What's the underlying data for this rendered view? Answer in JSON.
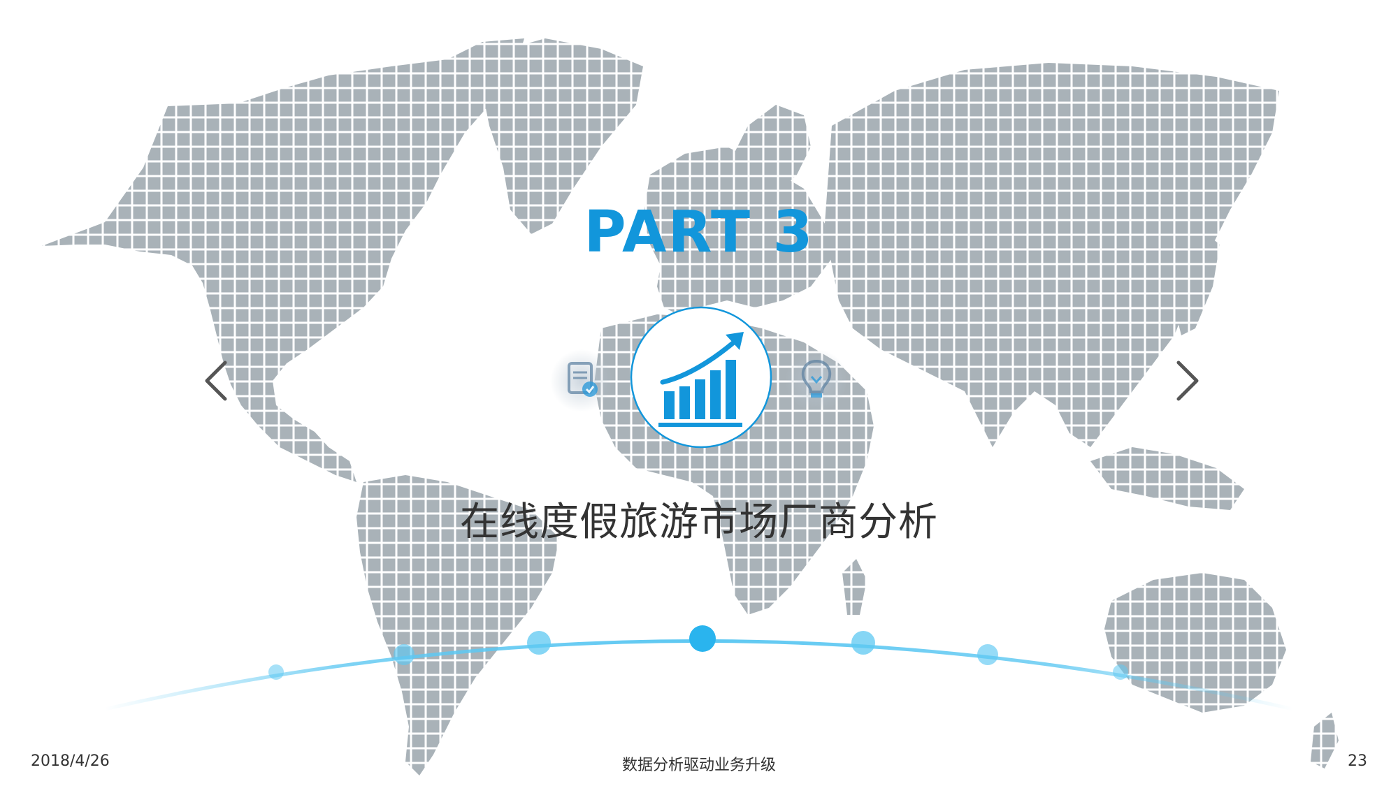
{
  "slide": {
    "part_label": "PART 3",
    "subtitle": "在线度假旅游市场厂商分析"
  },
  "footer": {
    "date": "2018/4/26",
    "center": "数据分析驱动业务升级",
    "page_number": "23"
  },
  "icons": {
    "left": "document-check-icon",
    "center": "growth-chart-icon",
    "right": "lightbulb-icon",
    "prev": "chevron-left-icon",
    "next": "chevron-right-icon"
  },
  "colors": {
    "accent": "#1296db",
    "map": "#a9b2b8",
    "timeline": "#5ec8f2",
    "text": "#333333"
  }
}
